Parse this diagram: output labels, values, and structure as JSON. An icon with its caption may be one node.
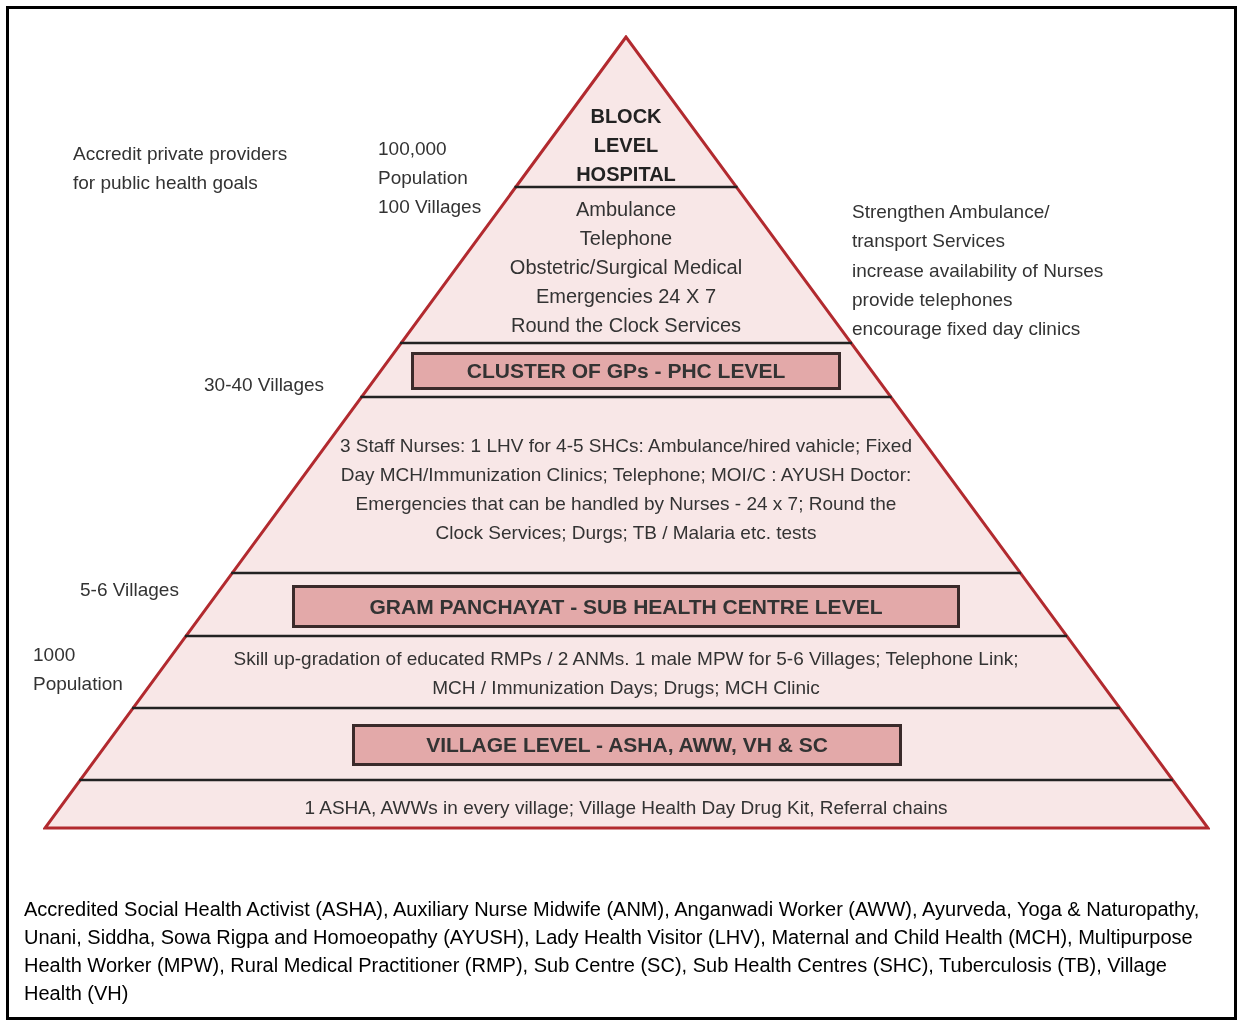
{
  "diagram": {
    "nodes": [
      {
        "text": [],
        "shape": "triangle"
      },
      {
        "text": [
          "BLOCK LEVEL HOSPITAL"
        ],
        "in": 0
      },
      {
        "text": [
          "Ambulance",
          "Telephone",
          "Obstetric/Surgical Medical",
          "Emergencies 24 X 7",
          "Round the Clock Services"
        ],
        "in": 0
      },
      {
        "text": [
          "CLUSTER OF GPs - PHC LEVEL"
        ],
        "in": 0
      },
      {
        "text": [
          "3 Staff Nurses: 1 LHV for 4-5 SHCs: Ambulance/hired vahicle; Fixed Day MCH/Immunization Clinics; Telephone; MOI/C : AYUSH Doctor: Emergencies that can be handled by Nurses - 24 x 7; Round the Clock Services; Durgs; TB / Malaria etc. tests"
        ],
        "in": 0
      },
      {
        "text": [
          "GRAM PANCHAYAT - SUB HEALTH CENTRE LEVEL"
        ],
        "in": 0
      },
      {
        "text": [
          "Skill up-gradation of educated RMPs / 2 ANMs. 1 male MPW for 5-6 Villages; Telephone Link; MCH / Immunization Days; Drugs; MCH Clinic"
        ],
        "in": 0
      },
      {
        "text": [
          "VILLAGE LEVEL - ASHA, AWW, VH & SC"
        ],
        "in": 0
      },
      {
        "text": [
          "1 ASHA, AWWs in every village; Village Health Day Drug Kit, Referral chains"
        ],
        "in": 0
      }
    ],
    "edges": [],
    "labels": [
      "Accredit private providers for public health goals",
      "100,000 Population 100 Villages",
      "Strengthen Ambulance/ transport Services",
      "increase availability of Nurses",
      "provide telephones",
      "encourage fixed day clinics",
      "30-40 Villages",
      "5-6 Villages",
      "1000 Population"
    ],
    "caption": "Accredited Social Health Activist (ASHA), Auxiliary Nurse Midwife (ANM), Anganwadi Worker (AWW), Ayurveda, Yoga & Naturopathy, Unani, Siddha, Sowa Rigpa and Homoeopathy (AYUSH), Lady Health Visitor (LHV), Maternal and Child Health (MCH), Multipurpose Health Worker (MPW), Rural Medical Practitioner (RMP), Sub Centre (SC), Sub Health Centres (SHC), Tuberculosis (TB), Village Health (VH)"
  }
}
